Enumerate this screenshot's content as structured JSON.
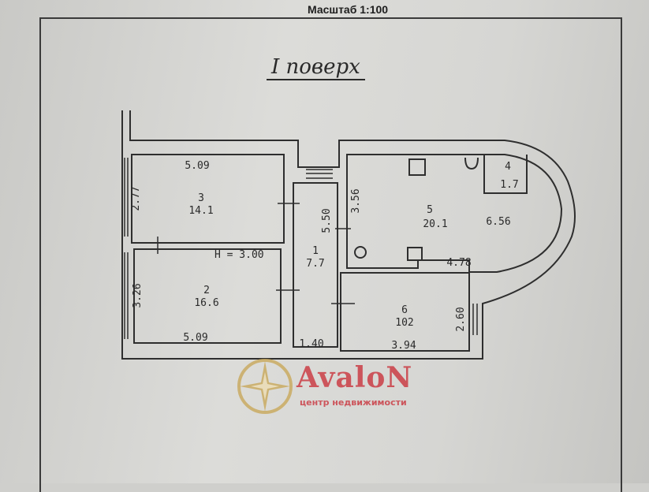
{
  "header": {
    "scale": "Масштаб 1:100",
    "floor_title": "I поверх"
  },
  "plan": {
    "ceiling_height": "H = 3.00",
    "rooms": [
      {
        "number": "1",
        "area": "7.7",
        "dims": [
          "5.50",
          "1.40"
        ]
      },
      {
        "number": "2",
        "area": "16.6",
        "dims": [
          "5.09",
          "3.26"
        ]
      },
      {
        "number": "3",
        "area": "14.1",
        "dims": [
          "5.09",
          "2.77"
        ]
      },
      {
        "number": "4",
        "area": "1.7",
        "dims": []
      },
      {
        "number": "5",
        "area": "20.1",
        "dims": [
          "3.56",
          "6.56",
          "4.78"
        ]
      },
      {
        "number": "6",
        "area": "102",
        "dims": [
          "3.94",
          "2.60"
        ]
      }
    ]
  },
  "watermark": {
    "name": "AvaloN",
    "subtitle": "центр недвижимости",
    "colors": {
      "red": "#c82832",
      "gold": "#c8a85a"
    }
  }
}
